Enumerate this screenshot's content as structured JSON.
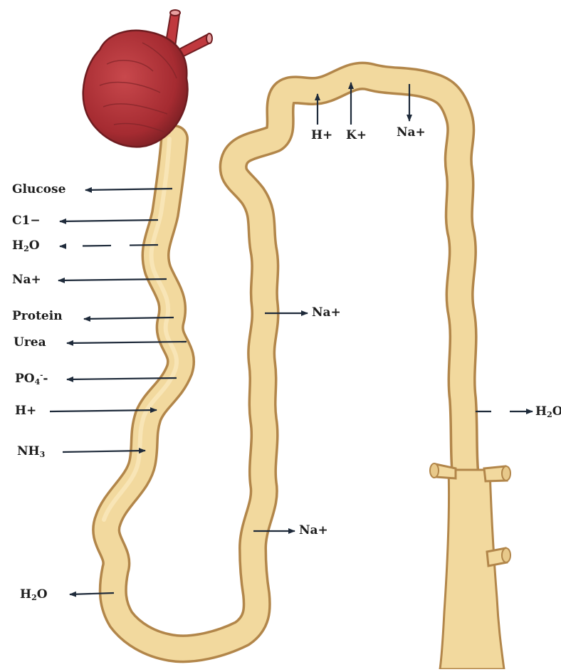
{
  "diagram": {
    "colors": {
      "tubule_fill": "#f0d79a",
      "tubule_edge": "#b88b4a",
      "glomerulus_fill": "#b2353a",
      "glomerulus_edge": "#6e1c20",
      "arrow": "#1e2a3a"
    },
    "left_labels": {
      "glucose": "Glucose",
      "cl": "C1−",
      "h2o_top": "H",
      "h2o_top_sub": "2",
      "h2o_top_tail": "O",
      "na": "Na+",
      "protein": "Protein",
      "urea": "Urea",
      "po4": "PO",
      "po4_sub": "4",
      "po4_sup": "-",
      "po4_tail": "-",
      "h": "H+",
      "nh3": "NH",
      "nh3_sub": "3",
      "h2o_bottom": "H",
      "h2o_bottom_sub": "2",
      "h2o_bottom_tail": "O"
    },
    "loop_labels": {
      "na_upper": "Na+",
      "na_lower": "Na+"
    },
    "distal_labels": {
      "h": "H+",
      "k": "K+",
      "na": "Na+"
    },
    "collecting_labels": {
      "h2o": "H",
      "h2o_sub": "2",
      "h2o_tail": "O"
    }
  }
}
